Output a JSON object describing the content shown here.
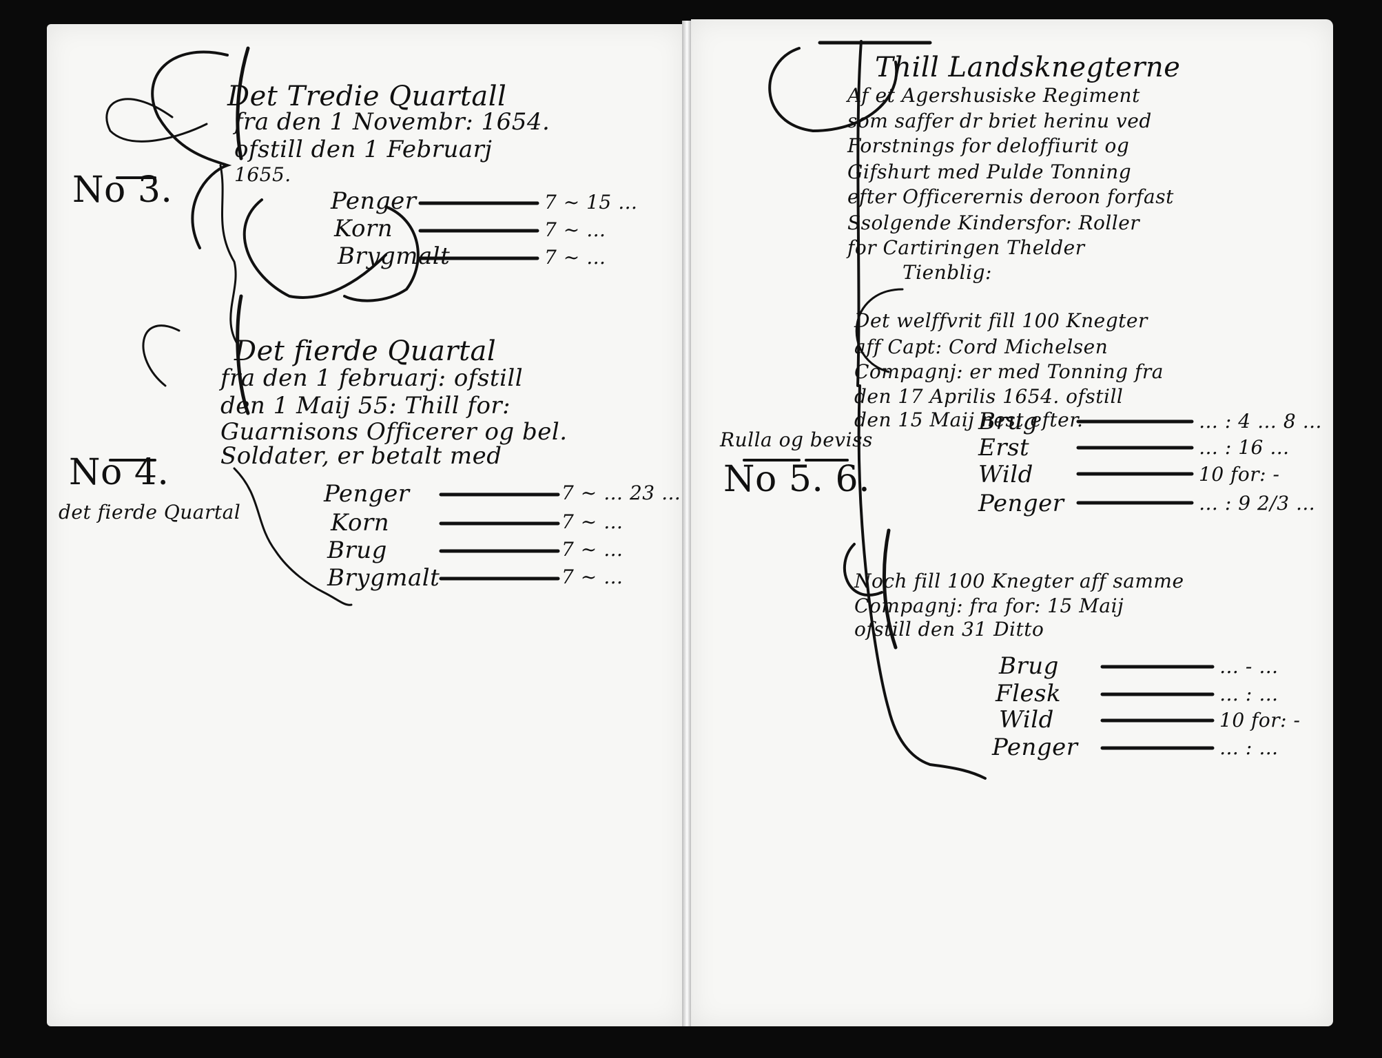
{
  "left_page": {
    "heading_1": [
      "Det Tredie Quartall",
      "fra den 1 Novembr: 1654.",
      "ofstill den 1 Februarj",
      "1655."
    ],
    "section_1_number": "No 3.",
    "section_1_rows": [
      [
        "Penger",
        "- + -",
        "7 ~ 15 …"
      ],
      [
        "Korn",
        "- + -",
        "7 ~ …"
      ],
      [
        "Brygmalt",
        "- + -",
        "7 ~ …"
      ]
    ],
    "heading_2": [
      "Det fierde Quartal",
      "fra den 1 februarj: ofstill",
      "den 1 Maij 55: Thill for:",
      "Guarnisons Officerer og bel.",
      "Soldater, er betalt med"
    ],
    "section_2_number": "No 4.",
    "section_2_side_note": "det fierde Quartal",
    "section_2_rows": [
      [
        "Penger",
        "- + -",
        "7 ~ … 23 …"
      ],
      [
        "Korn",
        "- + -",
        "7 ~ …"
      ],
      [
        "Brug",
        "- + -",
        "7 ~ …"
      ],
      [
        "Brygmalt",
        "- + -",
        "7 ~ …"
      ]
    ]
  },
  "right_page": {
    "heading": [
      "Thill Landsknegterne",
      "Af et Agershusiske Regiment",
      "som saffer dr briet herinu ved",
      "Forstnings for deloffiurit og",
      "Gifshurt med Pulde Tonning",
      "efter Officerernis deroon forfast",
      "Ssolgende Kindersfor: Roller",
      "for Cartiringen Thelder",
      "Tienblig:"
    ],
    "section_1_lines": [
      "Det welffvrit fill 100 Knegter",
      "aff Capt: Cord Michelsen",
      "Compagnj: er med Tonning fra",
      "den 17 Aprilis 1654. ofstill",
      "den 15 Maij nest efter."
    ],
    "roll_note": "Rulla og beviss",
    "section_1_number": "No 5. 6.",
    "section_1_rows": [
      [
        "Brug",
        "- + -",
        "… : 4 … 8 …"
      ],
      [
        "Erst",
        "- + -",
        "… : 16 …"
      ],
      [
        "Wild",
        "- + -",
        "10 for: -"
      ],
      [
        "Penger",
        "- + -",
        "… : 9 2/3 …"
      ]
    ],
    "section_2_lines": [
      "Noch fill 100 Knegter aff samme",
      "Compagnj: fra for: 15 Maij",
      "ofstill den 31 Ditto"
    ],
    "section_2_rows": [
      [
        "Brug",
        "- + -",
        "… - … "
      ],
      [
        "Flesk",
        "- + -",
        "… : … "
      ],
      [
        "Wild",
        "- + -",
        "10 for: -"
      ],
      [
        "Penger",
        "- + -",
        "… : … "
      ]
    ]
  }
}
